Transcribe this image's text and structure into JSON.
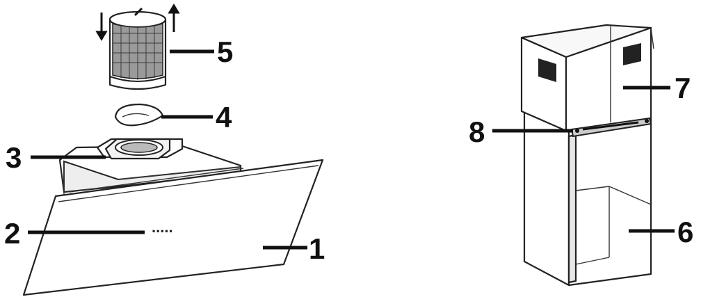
{
  "callouts": {
    "c1": "1",
    "c2": "2",
    "c3": "3",
    "c4": "4",
    "c5": "5",
    "c6": "6",
    "c7": "7",
    "c8": "8"
  },
  "hood_display_dots": "....."
}
